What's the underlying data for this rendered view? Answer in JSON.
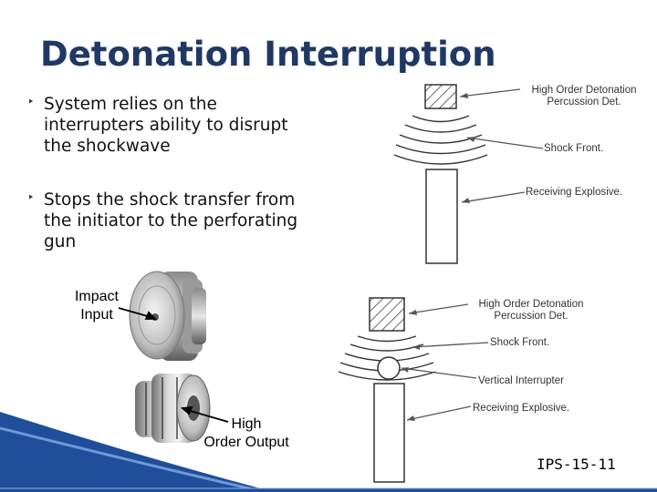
{
  "title": "Detonation Interruption",
  "bullets": [
    "System relies on the interrupters ability to disrupt the shockwave",
    "Stops the shock transfer from the initiator to the perforating gun"
  ],
  "photo_labels": {
    "impact_input": [
      "Impact",
      "Input"
    ],
    "high_order_output": [
      "High",
      "Order Output"
    ]
  },
  "diagram_top": {
    "high_order_det": [
      "High Order Detonation",
      "Percussion Det."
    ],
    "shock_front": "Shock Front.",
    "receiving_explosive": "Receiving Explosive."
  },
  "diagram_bottom": {
    "high_order_det": [
      "High Order Detonation",
      "Percussion Det."
    ],
    "shock_front": "Shock Front.",
    "vertical_interrupter": "Vertical Interrupter",
    "receiving_explosive": "Receiving Explosive."
  },
  "footer": "IPS-15-11",
  "colors": {
    "title": "#1f3864",
    "footer_bar": "#1f4e9a"
  }
}
